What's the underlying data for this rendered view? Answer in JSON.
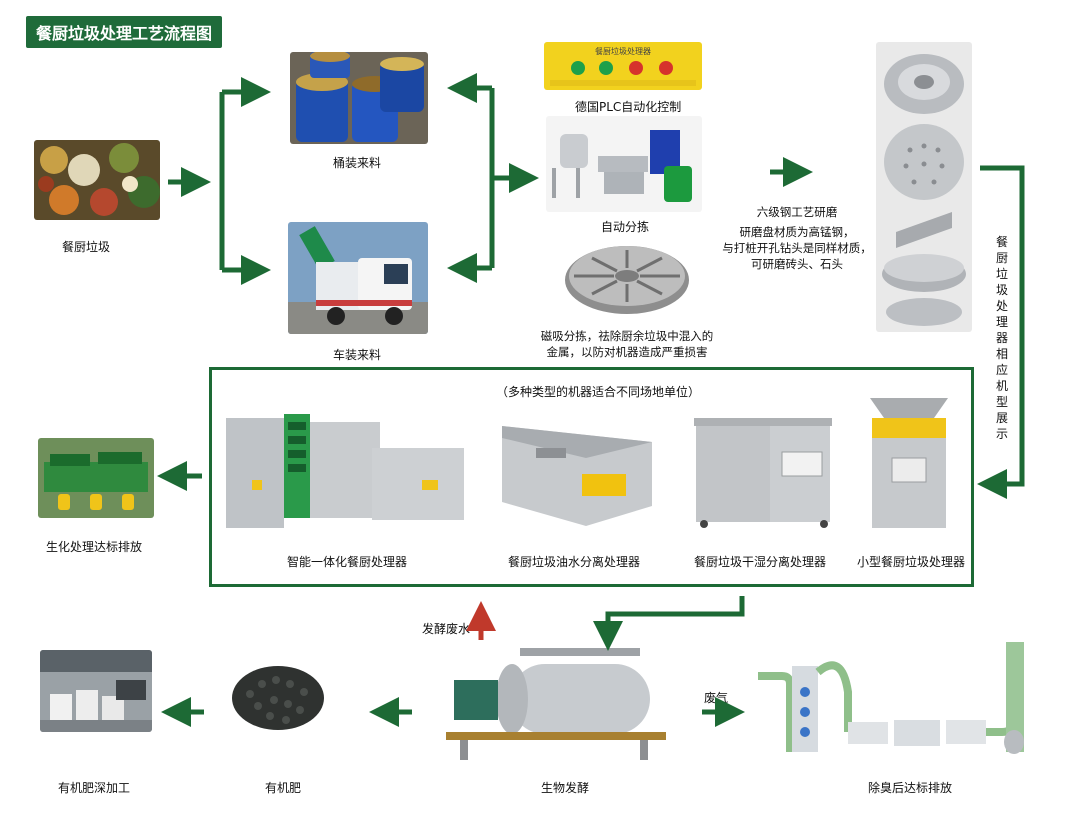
{
  "title": "餐厨垃圾处理工艺流程图",
  "nodes": {
    "kitchen_waste": "餐厨垃圾",
    "barrel_feed": "桶装来料",
    "truck_feed": "车装来料",
    "plc": "德国PLC自动化控制",
    "auto_sort": "自动分拣",
    "magnetic_sort": [
      "磁吸分拣，祛除厨余垃圾中混入的",
      "金属，以防对机器造成严重损害"
    ],
    "grinding": [
      "六级钢工艺研磨",
      "研磨盘材质为高锰钢，",
      "与打桩开孔钻头是同样材质，",
      "可研磨砖头、石头"
    ],
    "vertical_label": "餐厨垃圾处理器相应机型展示",
    "machines_header": "（多种类型的机器适合不同场地单位）",
    "machine1": "智能一体化餐厨处理器",
    "machine2": "餐厨垃圾油水分离处理器",
    "machine3": "餐厨垃圾干湿分离处理器",
    "machine4": "小型餐厨垃圾处理器",
    "biochem": "生化处理达标排放",
    "ferment_water": "发酵废水",
    "ferment": "生物发酵",
    "waste_gas": "废气",
    "deodorize": "除臭后达标排放",
    "fertilizer": "有机肥",
    "fertilizer_deep": "有机肥深加工",
    "plc_panel_text": "餐厨垃圾处理器"
  },
  "colors": {
    "arrow_green": "#1d6a35",
    "title_bg": "#1f6b3a",
    "red_arrow": "#c0392b"
  }
}
